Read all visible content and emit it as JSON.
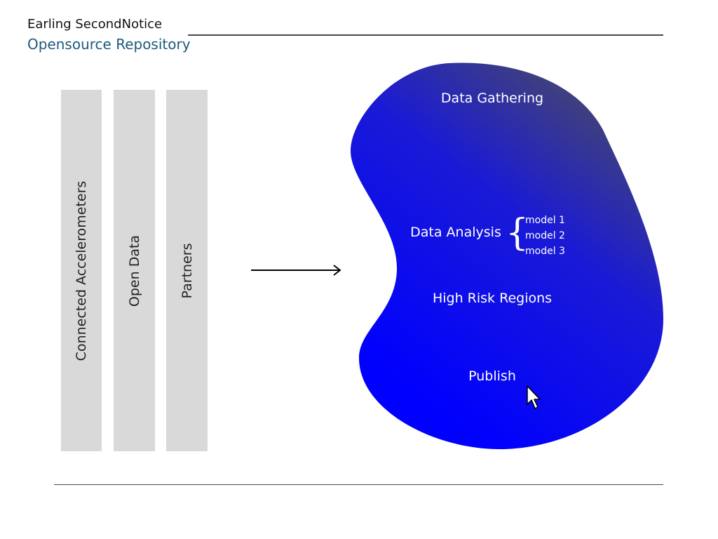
{
  "header": {
    "title": "Earling SecondNotice",
    "subtitle": "Opensource Repository"
  },
  "sources": [
    {
      "label": "Connected Accelerometers"
    },
    {
      "label": "Open Data"
    },
    {
      "label": "Partners"
    }
  ],
  "pipeline": {
    "gathering": "Data Gathering",
    "analysis": "Data Analysis",
    "models": [
      "model 1",
      "model 2",
      "model 3"
    ],
    "high_risk": "High Risk Regions",
    "publish": "Publish"
  },
  "colors": {
    "bar": "#d9d9d9",
    "blob_start": "#4d4d5e",
    "blob_mid": "#1a1ad6",
    "blob_end": "#0000ff",
    "subtitle": "#1c5a7c"
  },
  "icons": {
    "arrow": "right-arrow-icon",
    "cursor": "mouse-pointer-icon",
    "brace": "left-curly-brace-icon"
  }
}
